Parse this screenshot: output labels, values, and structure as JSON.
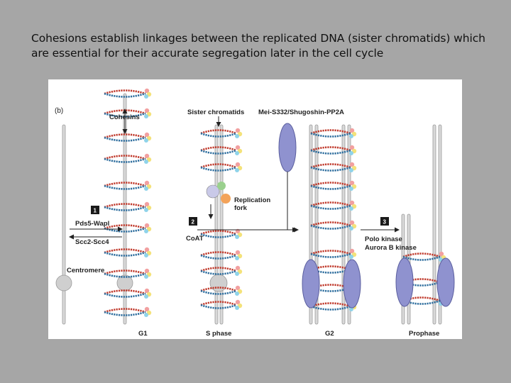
{
  "caption": "Cohesions establish linkages between the replicated DNA (sister chromatids) which are essential for their accurate segregation later in the cell cycle",
  "figure": {
    "panel_label": "(b)",
    "labels": {
      "cohesins": "Cohesins",
      "sister_chromatids": "Sister chromatids",
      "mei_s332": "Mei-S332/Shugoshin-PP2A",
      "replication": "Replication",
      "fork": "fork",
      "pds5": "Pds5-Wapl",
      "scc2": "Scc2-Scc4",
      "coat": "CoAT",
      "centromere": "Centromere",
      "polo": "Polo kinase",
      "aurora": "Aurora B kinase"
    },
    "steps": [
      "1",
      "2",
      "3"
    ],
    "stages": [
      "G1",
      "S phase",
      "G2",
      "Prophase"
    ],
    "colors": {
      "ring_red": "#c0392b",
      "ring_blue": "#2e6e9e",
      "ball_pink": "#f2a0a0",
      "ball_yellow": "#f4e27a",
      "ball_cyan": "#8fd3ea",
      "shugoshin": "#8f92cf",
      "centromere": "#cfcfcf",
      "step_box": "#1a1a1a"
    }
  }
}
